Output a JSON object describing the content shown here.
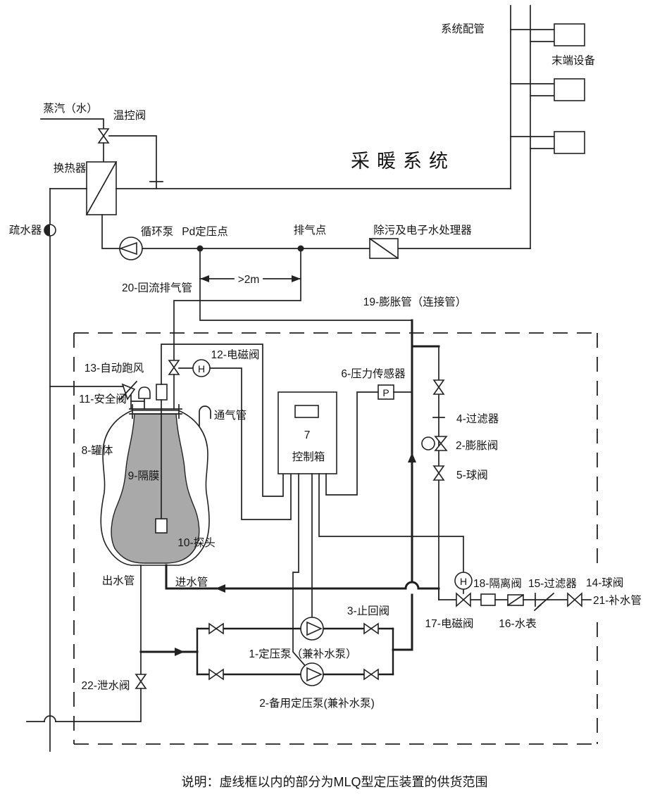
{
  "diagram": {
    "caption": "说明：虚线框以内的部分为MLQ型定压装置的供货范围",
    "colors": {
      "line": "#222222",
      "diaphragm": "#a9a9a9",
      "background": "#ffffff"
    },
    "labels": {
      "system_piping": "系统配管",
      "terminal_device": "末端设备",
      "steam_water": "蒸汽（水）",
      "temp_control_valve": "温控阀",
      "heat_exchanger": "换热器",
      "steam_trap": "疏水器",
      "heating_system": "采暖系统",
      "circulation_pump": "循环泵",
      "pd_point": "Pd定压点",
      "vent_point": "排气点",
      "dirt_separator": "除污及电子水处理器",
      "distance": ">2m",
      "return_vent_pipe": "20-回流排气管",
      "expansion_pipe": "19-膨胀管（连接管）",
      "auto_air_vent": "13-自动跑风",
      "solenoid_valve_12": "12-电磁阀",
      "safety_valve_11": "11-安全阀",
      "pressure_sensor_6": "6-压力传感器",
      "vent_tube": "通气管",
      "tank_body_8": "8-罐体",
      "diaphragm_9": "9-隔膜",
      "probe_10": "10-探头",
      "controller_number": "7",
      "controller": "控制箱",
      "filter_4": "4-过滤器",
      "expansion_valve_2": "2-膨胀阀",
      "ball_valve_5": "5-球阀",
      "outlet_pipe": "出水管",
      "inlet_pipe": "进水管",
      "check_valve_3": "3-止回阀",
      "isolation_valve_18": "18-隔离阀",
      "filter_15": "15-过滤器",
      "ball_valve_14": "14-球阀",
      "solenoid_valve_17": "17-电磁阀",
      "water_meter_16": "16-水表",
      "makeup_pipe_21": "21-补水管",
      "pressure_pump_1": "1-定压泵（兼补水泵）",
      "drain_valve_22": "22-泄水阀",
      "backup_pump_2": "2-备用定压泵(兼补水泵)",
      "actuator_h": "H",
      "sensor_p": "P"
    }
  }
}
